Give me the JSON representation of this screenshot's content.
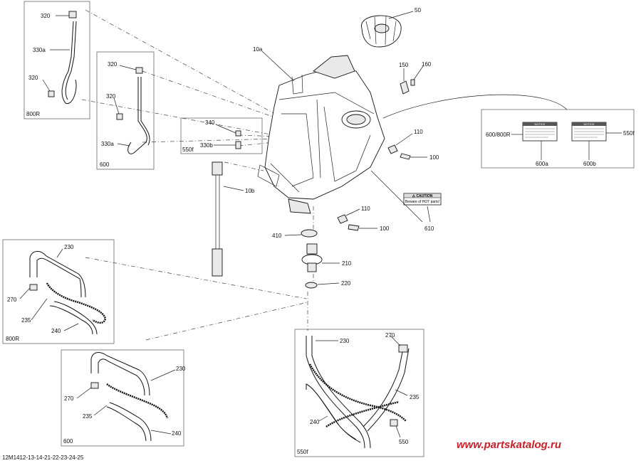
{
  "diagram": {
    "labels": {
      "p320a": "320",
      "p330a": "330a",
      "p320b": "320",
      "p800r_top": "800R",
      "p320c": "320",
      "p320d": "320",
      "p330a_b": "330a",
      "p600_top": "600",
      "p340": "340",
      "p330b": "330b",
      "p550f_top": "550f",
      "p10a": "10a",
      "p10b": "10b",
      "p50": "50",
      "p150": "150",
      "p160": "160",
      "p110a": "110",
      "p100a": "100",
      "p110b": "110",
      "p100b": "100",
      "p410": "410",
      "p210": "210",
      "p220": "220",
      "p610": "610",
      "p600_800r": "600/800R",
      "p550f_label": "550f",
      "p600a": "600a",
      "p600b": "600b",
      "h230a": "230",
      "h270a": "270",
      "h235a": "235",
      "h240a": "240",
      "h800r": "800R",
      "h230b": "230",
      "h270b": "270",
      "h235b": "235",
      "h240b": "240",
      "h600": "600",
      "h230c": "230",
      "h270c": "270",
      "h235c": "235",
      "h240c": "240",
      "h550c": "550",
      "h550f": "550f"
    },
    "caution_title": "⚠ CAUTION",
    "caution_text": "Beware of HOT parts!",
    "notice_title_a": "NOTICE",
    "notice_title_b": "NOTICE",
    "watermark": "www.partskatalog.ru",
    "figure_code": "12M1412-13-14-21-22-23-24-25"
  }
}
